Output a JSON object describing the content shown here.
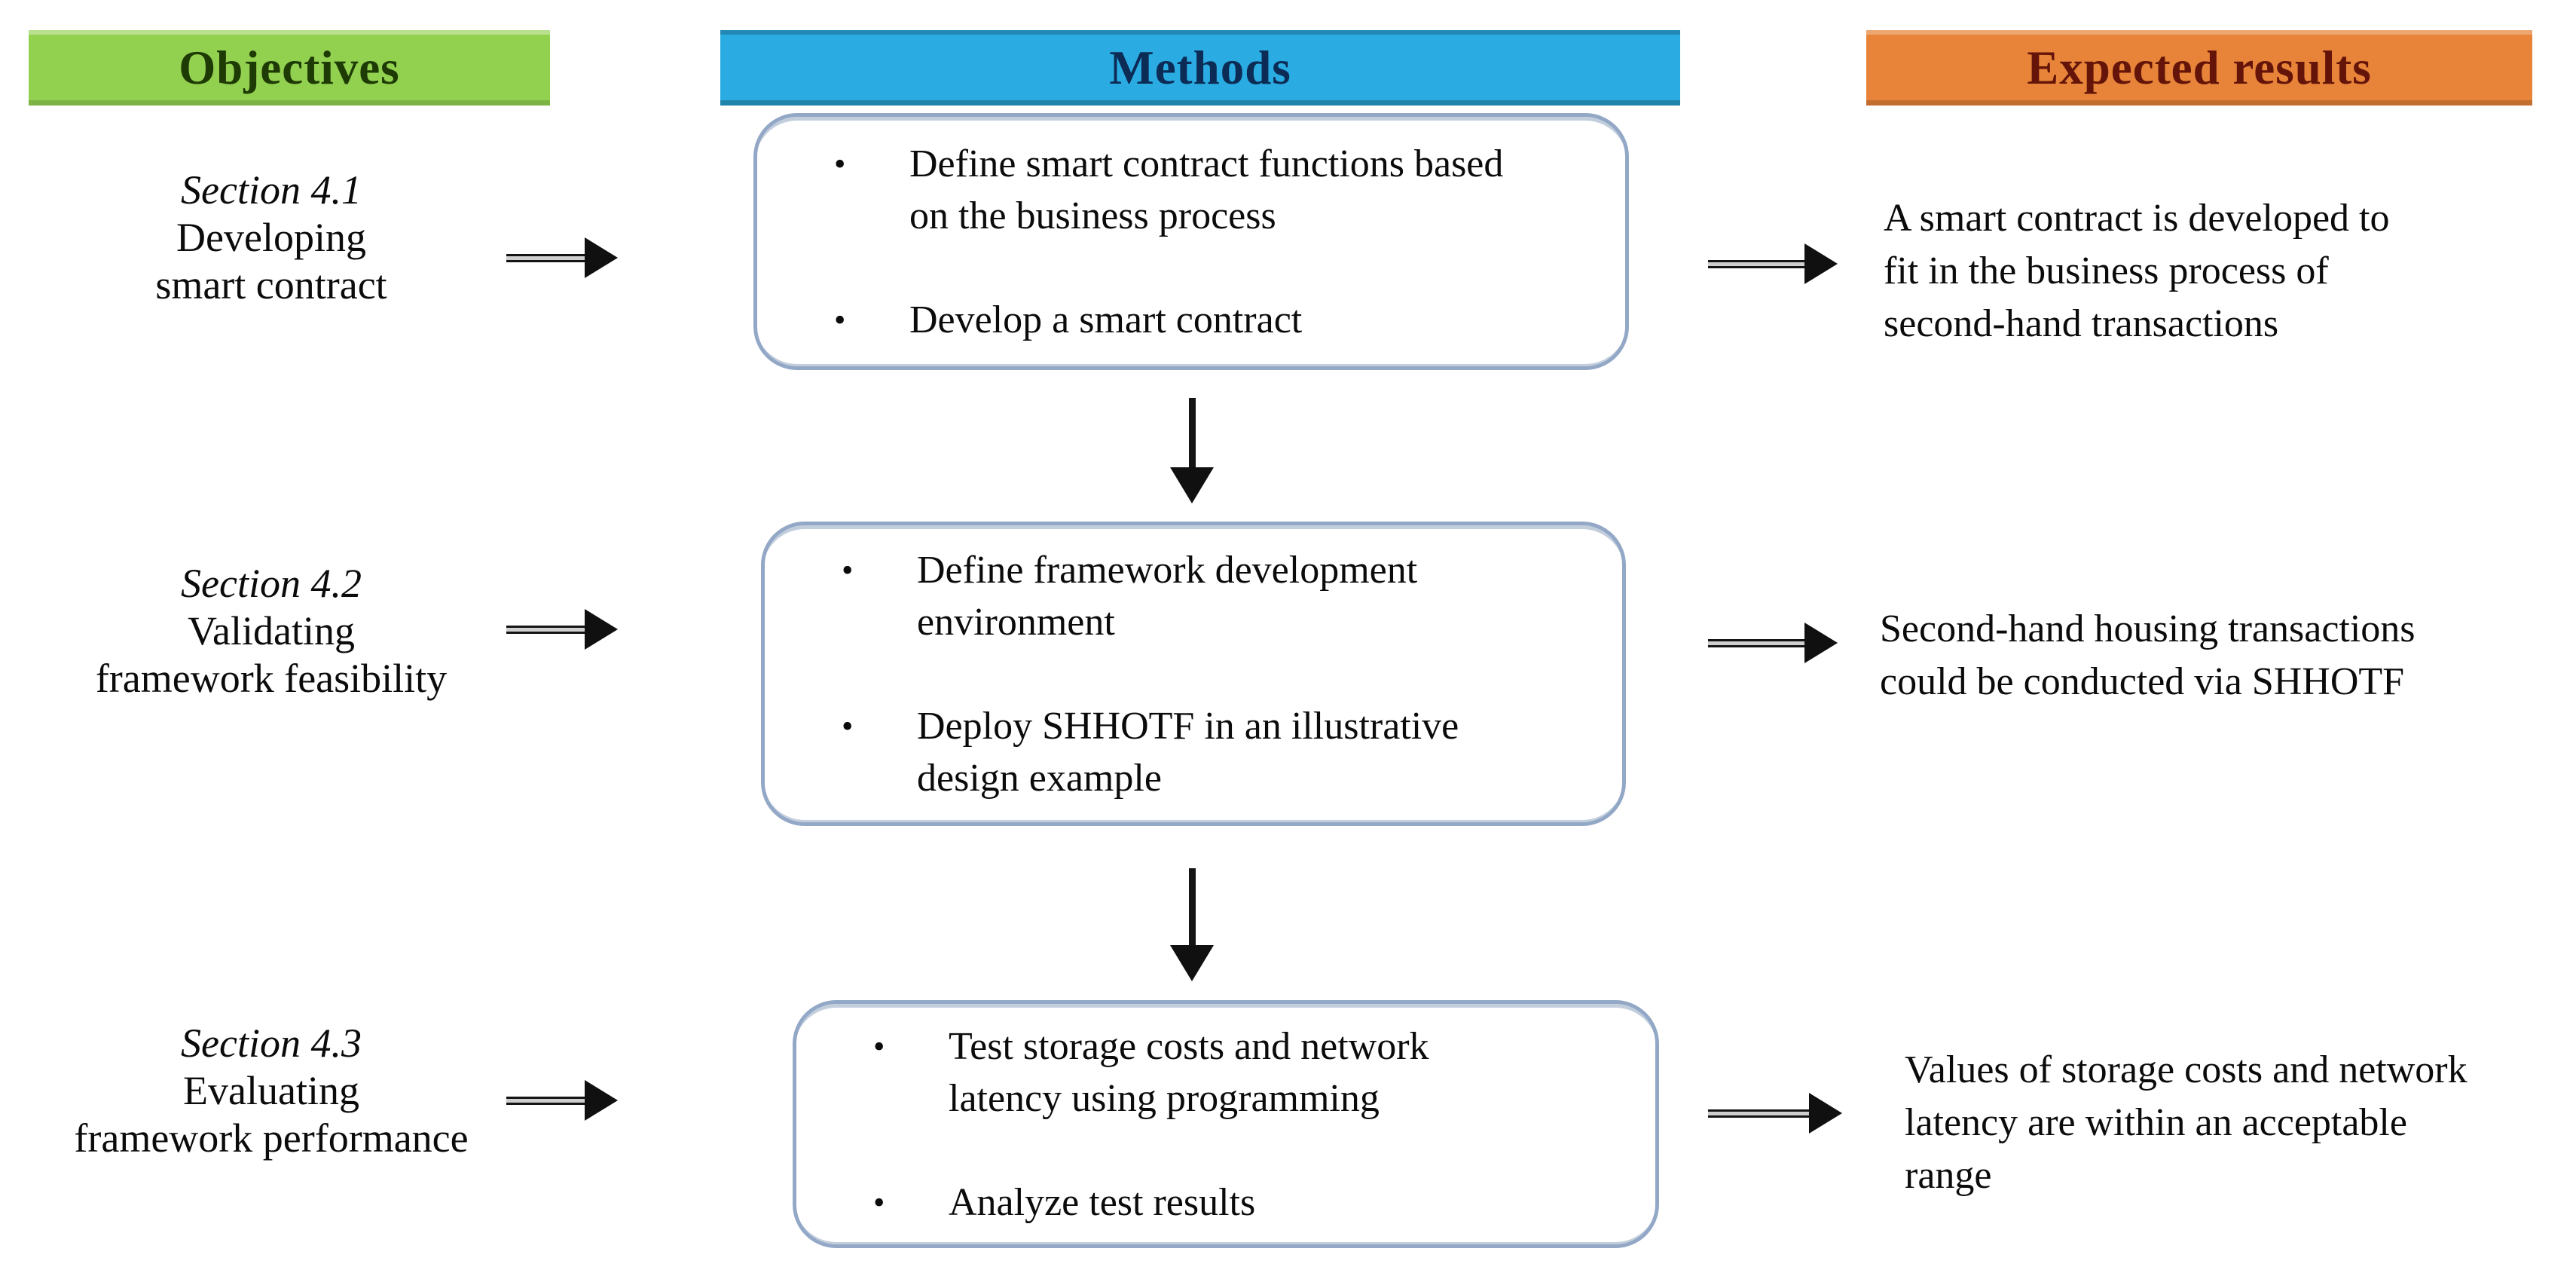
{
  "bullet_char": "•",
  "colors": {
    "objectives_header_bg": "#92D050",
    "objectives_header_text": "#1E3A05",
    "methods_header_bg": "#2AACE2",
    "methods_header_text": "#0C2B55",
    "expected_header_bg": "#E78439",
    "expected_header_text": "#641409",
    "box_border": "#92A8C6",
    "arrow": "#141414"
  },
  "headers": {
    "objectives": {
      "label": "Objectives"
    },
    "methods": {
      "label": "Methods"
    },
    "expected_results": {
      "label": "Expected results"
    }
  },
  "rows": [
    {
      "objective": {
        "section": "Section 4.1",
        "lines": [
          "Developing",
          "smart contract"
        ]
      },
      "methods": {
        "bullets": [
          {
            "lines": [
              "Define smart contract functions based",
              "on the business process"
            ]
          },
          {
            "lines": [
              "Develop a smart contract"
            ]
          }
        ]
      },
      "expected": {
        "lines": [
          "A smart contract is developed to",
          "fit in the business process of",
          "second-hand transactions"
        ]
      }
    },
    {
      "objective": {
        "section": "Section 4.2",
        "lines": [
          "Validating",
          "framework feasibility"
        ]
      },
      "methods": {
        "bullets": [
          {
            "lines": [
              "Define framework development",
              "environment"
            ]
          },
          {
            "lines": [
              "Deploy SHHOTF in an illustrative",
              "design example"
            ]
          }
        ]
      },
      "expected": {
        "lines": [
          "Second-hand housing transactions",
          "could be conducted via SHHOTF"
        ]
      }
    },
    {
      "objective": {
        "section": "Section 4.3",
        "lines": [
          "Evaluating",
          "framework performance"
        ]
      },
      "methods": {
        "bullets": [
          {
            "lines": [
              "Test storage costs and network",
              "latency using programming"
            ]
          },
          {
            "lines": [
              "Analyze test results"
            ]
          }
        ]
      },
      "expected": {
        "lines": [
          "Values of storage costs and network",
          "latency are within an acceptable",
          "range"
        ]
      }
    }
  ]
}
